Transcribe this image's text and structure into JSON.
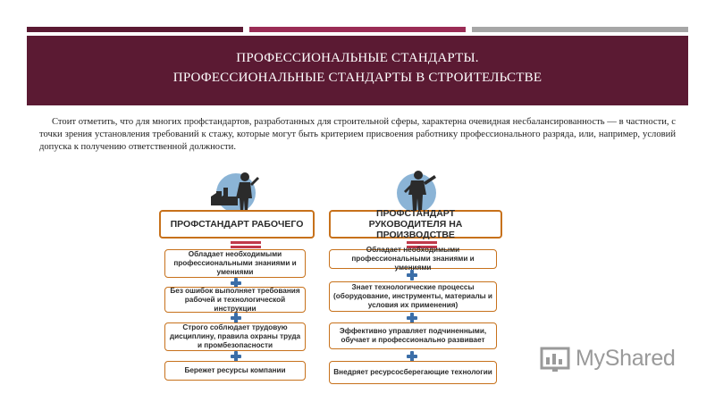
{
  "header": {
    "line1": "ПРОФЕССИОНАЛЬНЫЕ СТАНДАРТЫ.",
    "line2": "ПРОФЕССИОНАЛЬНЫЕ СТАНДАРТЫ В СТРОИТЕЛЬСТВЕ"
  },
  "intro": "Стоит отметить, что для многих профстандартов, разработанных для строительной сферы, характерна очевидная несбалансированность — в частности, с точки зрения установления требований к стажу, которые могут быть критерием присвоения работнику профессионального разряда, или, например, условий допуска к получению ответственной должности.",
  "worker": {
    "title": "ПРОФСТАНДАРТ РАБОЧЕГО",
    "items": [
      "Обладает необходимыми профессиональными знаниями и умениями",
      "Без ошибок выполняет требования рабочей и технологической инструкции",
      "Строго соблюдает трудовую дисциплину, правила охраны труда и промбезопасности",
      "Бережет ресурсы компании"
    ]
  },
  "manager": {
    "title": "ПРОФСТАНДАРТ РУКОВОДИТЕЛЯ НА ПРОИЗВОДСТВЕ",
    "items": [
      "Обладает необходимыми профессиональными знаниями и умениями",
      "Знает технологические процессы (оборудование, инструменты, материалы и условия их применения)",
      "Эффективно управляет подчиненными, обучает и профессионально развивает",
      "Внедряет ресурсосберегающие технологии"
    ]
  },
  "logo": {
    "text": "MyShared"
  },
  "colors": {
    "header_bg": "#5b1a33",
    "bar_dark": "#5b1a33",
    "bar_mid": "#9a2c55",
    "bar_grey": "#a6a6a6",
    "box_border": "#c7711b",
    "equals": "#c0394a",
    "plus": "#3b6ea8"
  }
}
